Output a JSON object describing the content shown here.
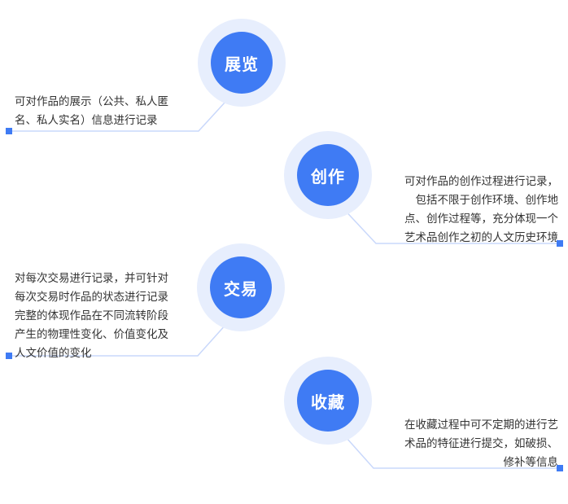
{
  "colors": {
    "accent": "#3f7bf4",
    "halo": "#e7eefd",
    "line": "#c9d8fb",
    "text": "#333333"
  },
  "steps": [
    {
      "label": "展览",
      "description": [
        "可对作品的展示（公共、私人匿",
        "名、私人实名）信息进行记录"
      ]
    },
    {
      "label": "创作",
      "description": [
        "可对作品的创作过程进行记录，",
        "包括不限于创作环境、创作地",
        "点、创作过程等，充分体现一个",
        "艺术品创作之初的人文历史环境"
      ]
    },
    {
      "label": "交易",
      "description": [
        "对每次交易进行记录，并可针对",
        "每次交易时作品的状态进行记录",
        "完整的体现作品在不同流转阶段",
        "产生的物理性变化、价值变化及",
        "人文价值的变化"
      ]
    },
    {
      "label": "收藏",
      "description": [
        "在收藏过程中可不定期的进行艺",
        "术品的特征进行提交，如破损、",
        "修补等信息"
      ]
    }
  ]
}
